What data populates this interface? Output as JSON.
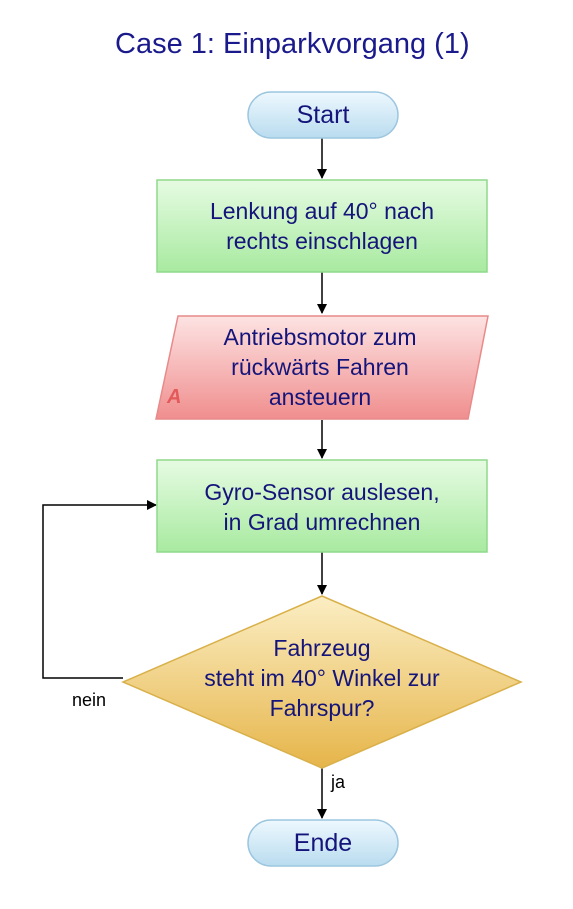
{
  "title": "Case 1: Einparkvorgang (1)",
  "nodes": {
    "start": "Start",
    "step1": [
      "Lenkung auf 40° nach",
      "rechts einschlagen"
    ],
    "io": [
      "Antriebsmotor zum",
      "rückwärts Fahren",
      "ansteuern"
    ],
    "io_marker": "A",
    "step2": [
      "Gyro-Sensor auslesen,",
      "in Grad umrechnen"
    ],
    "decision": [
      "Fahrzeug",
      "steht im 40° Winkel zur",
      "Fahrspur?"
    ],
    "end": "Ende"
  },
  "edges": {
    "no_label": "nein",
    "yes_label": "ja"
  },
  "colors": {
    "text": "#14147a",
    "process_fill": "#c8f5c0",
    "process_border": "#8fd98a",
    "io_fill": "#f7b9b9",
    "io_border": "#e88a8a",
    "decision_fill": "#f4d27a",
    "decision_border": "#d9b04a",
    "terminal_fill": "#d6ecf8",
    "terminal_border": "#9cc6df"
  }
}
